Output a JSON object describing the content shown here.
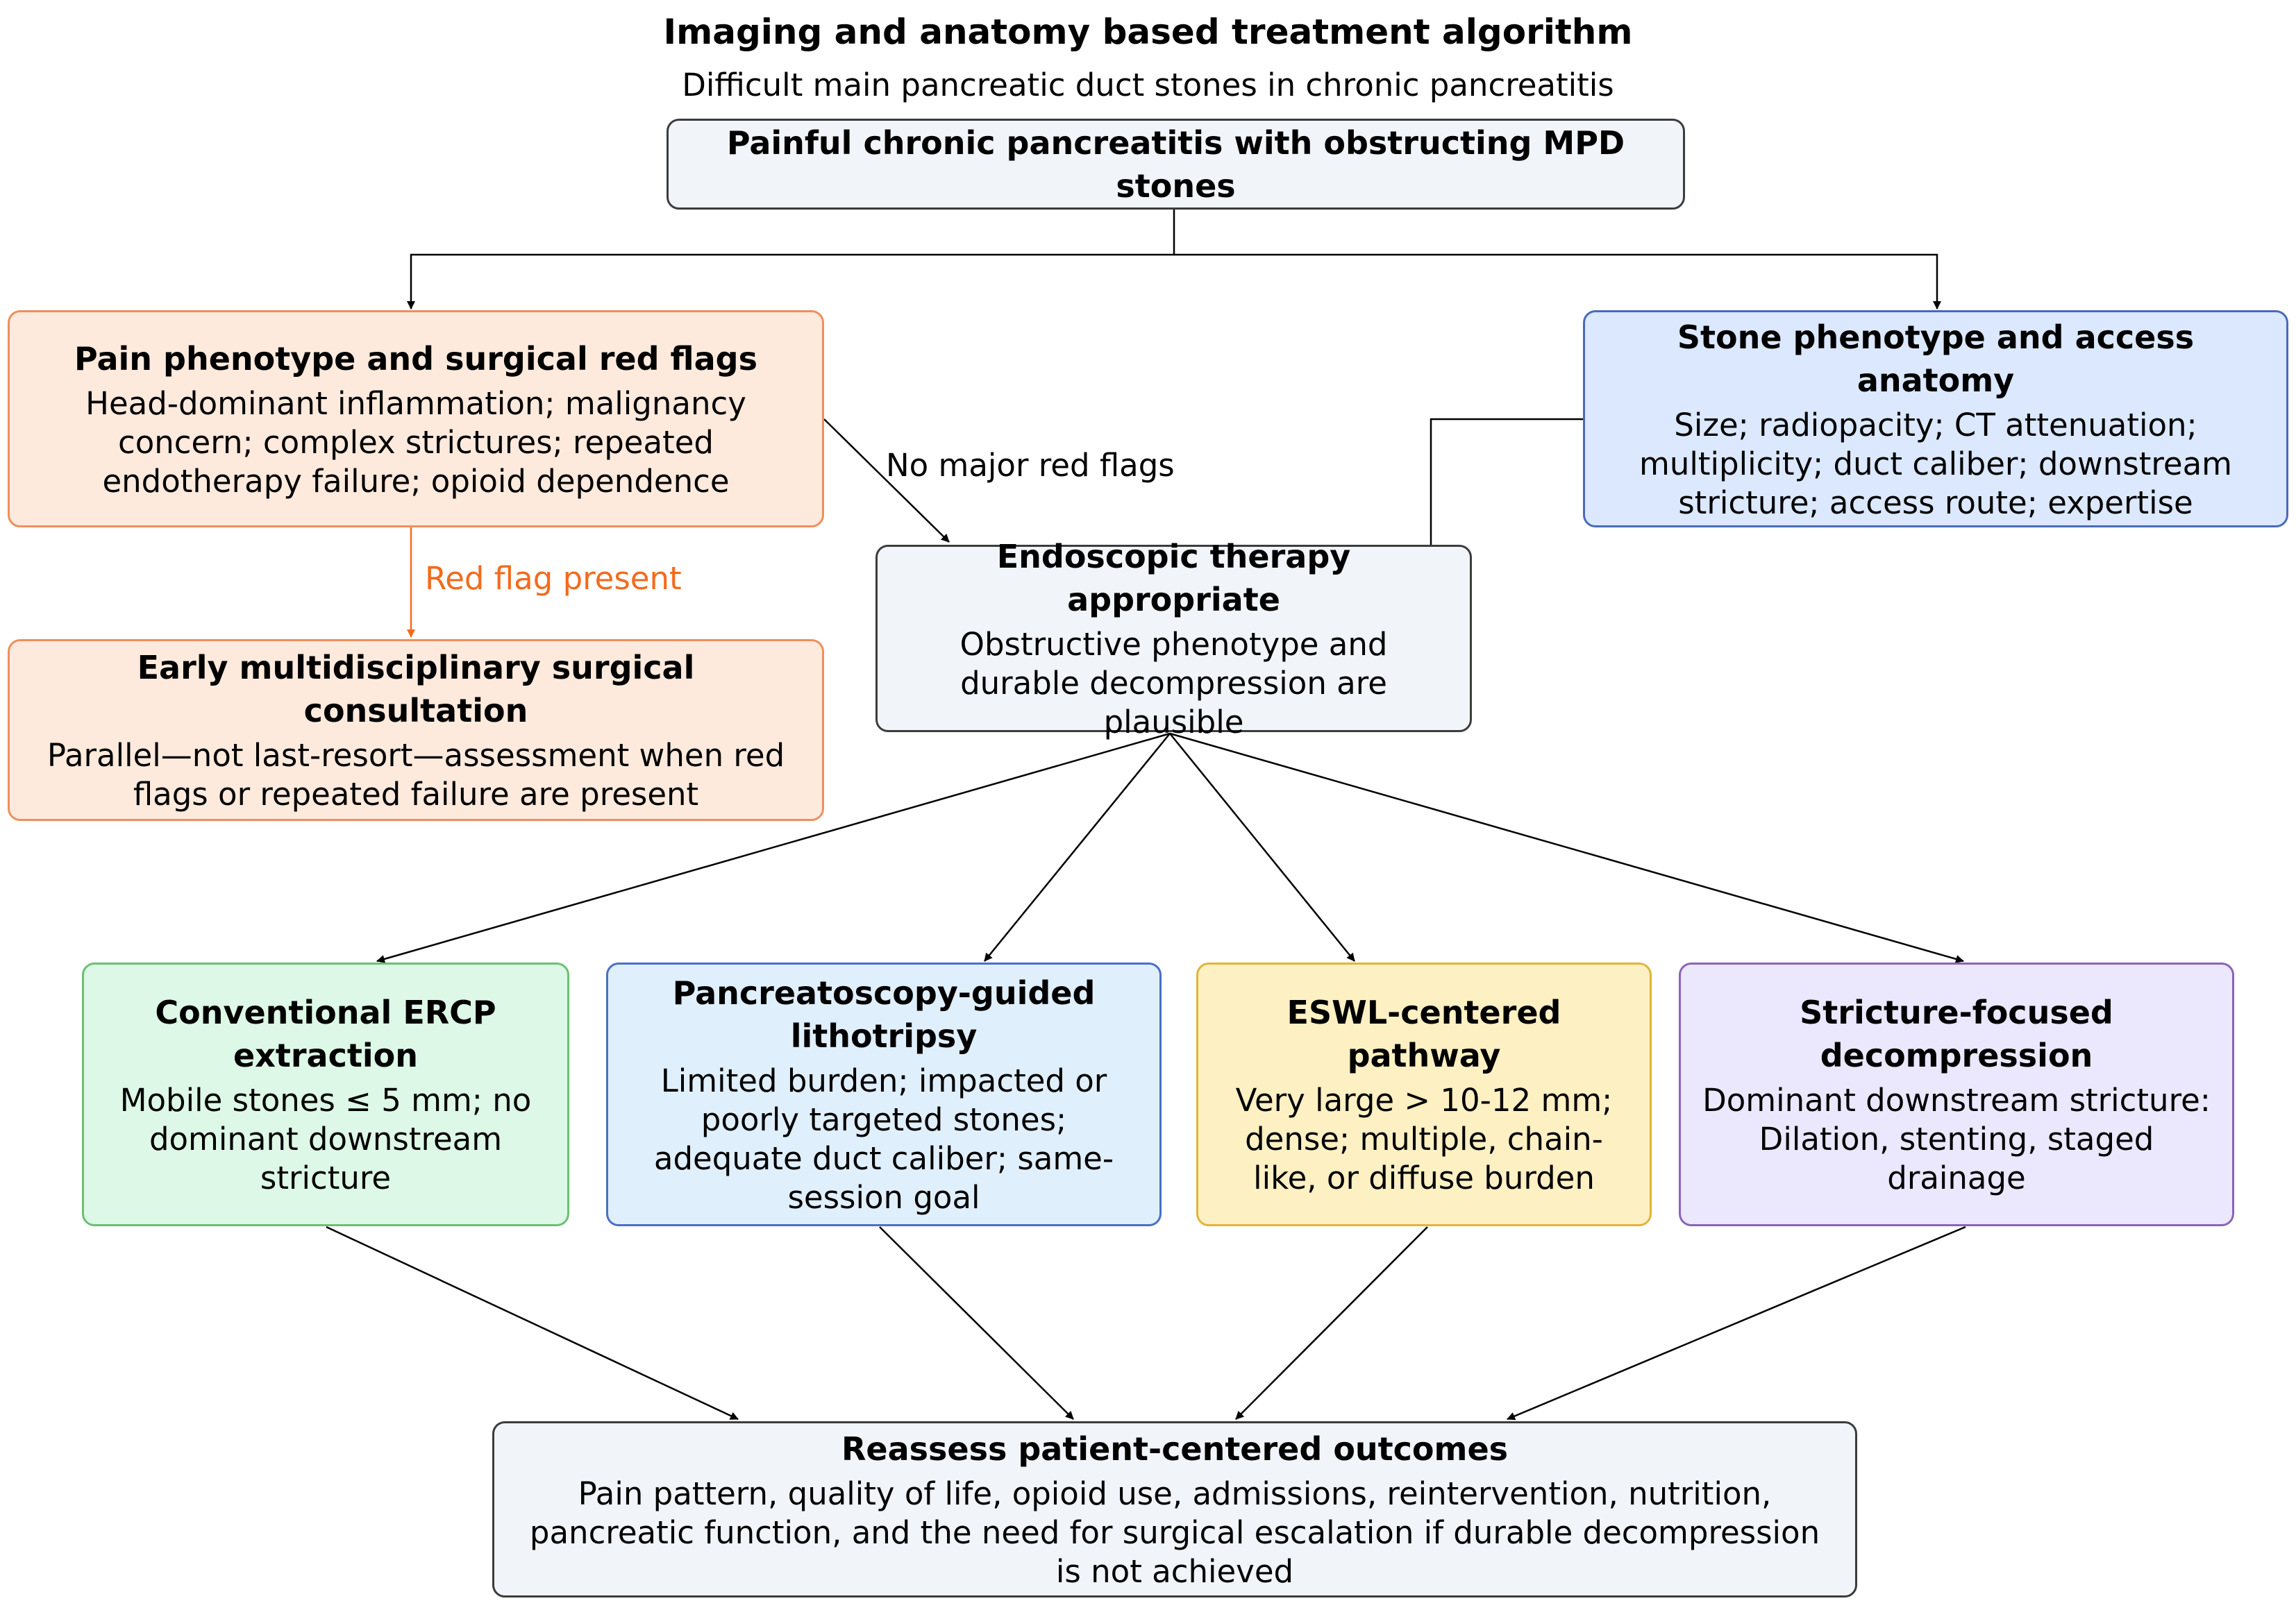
{
  "title": "Imaging and anatomy based treatment algorithm",
  "subtitle": "Difficult main pancreatic duct stones in chronic pancreatitis",
  "colors": {
    "line": "#000000",
    "red_flag": "#f26b1d",
    "neutral_fill": "#f1f4f8",
    "orange_fill": "#fdeadd",
    "blue_fill": "#dbe8fd",
    "green_fill": "#ddf8e6",
    "sky_fill": "#e0effc",
    "yellow_fill": "#fdf0c3",
    "purple_fill": "#ebe7fc"
  },
  "nodes": {
    "start": {
      "title": "Painful chronic pancreatitis with obstructing MPD stones"
    },
    "pain": {
      "title": "Pain phenotype and surgical red flags",
      "body": "Head-dominant inflammation; malignancy concern; complex strictures; repeated endotherapy failure; opioid dependence"
    },
    "stone": {
      "title": "Stone phenotype and access anatomy",
      "body": "Size; radiopacity; CT attenuation; multiplicity; duct caliber; downstream stricture; access route; expertise"
    },
    "surgical": {
      "title": "Early multidisciplinary surgical consultation",
      "body": "Parallel—not last-resort—assessment when red flags or repeated failure are present"
    },
    "endoscopic": {
      "title": "Endoscopic therapy appropriate",
      "body": "Obstructive phenotype and durable decompression are plausible"
    },
    "ercp": {
      "title": "Conventional ERCP extraction",
      "body": "Mobile stones ≤ 5 mm; no dominant downstream stricture"
    },
    "pancreatoscopy": {
      "title": "Pancreatoscopy-guided lithotripsy",
      "body": "Limited burden; impacted or poorly targeted stones; adequate duct caliber; same-session goal"
    },
    "eswl": {
      "title": "ESWL-centered pathway",
      "body": "Very large > 10-12 mm; dense; multiple, chain-like, or diffuse burden"
    },
    "stricture": {
      "title": "Stricture-focused decompression",
      "body": "Dominant downstream stricture: Dilation, stenting, staged drainage"
    },
    "reassess": {
      "title": "Reassess patient-centered outcomes",
      "body": "Pain pattern, quality of life, opioid use, admissions, reintervention, nutrition, pancreatic function, and the need for surgical escalation if durable decompression is not achieved"
    }
  },
  "edge_labels": {
    "red_flag": "Red flag present",
    "no_red_flags": "No major red flags"
  }
}
